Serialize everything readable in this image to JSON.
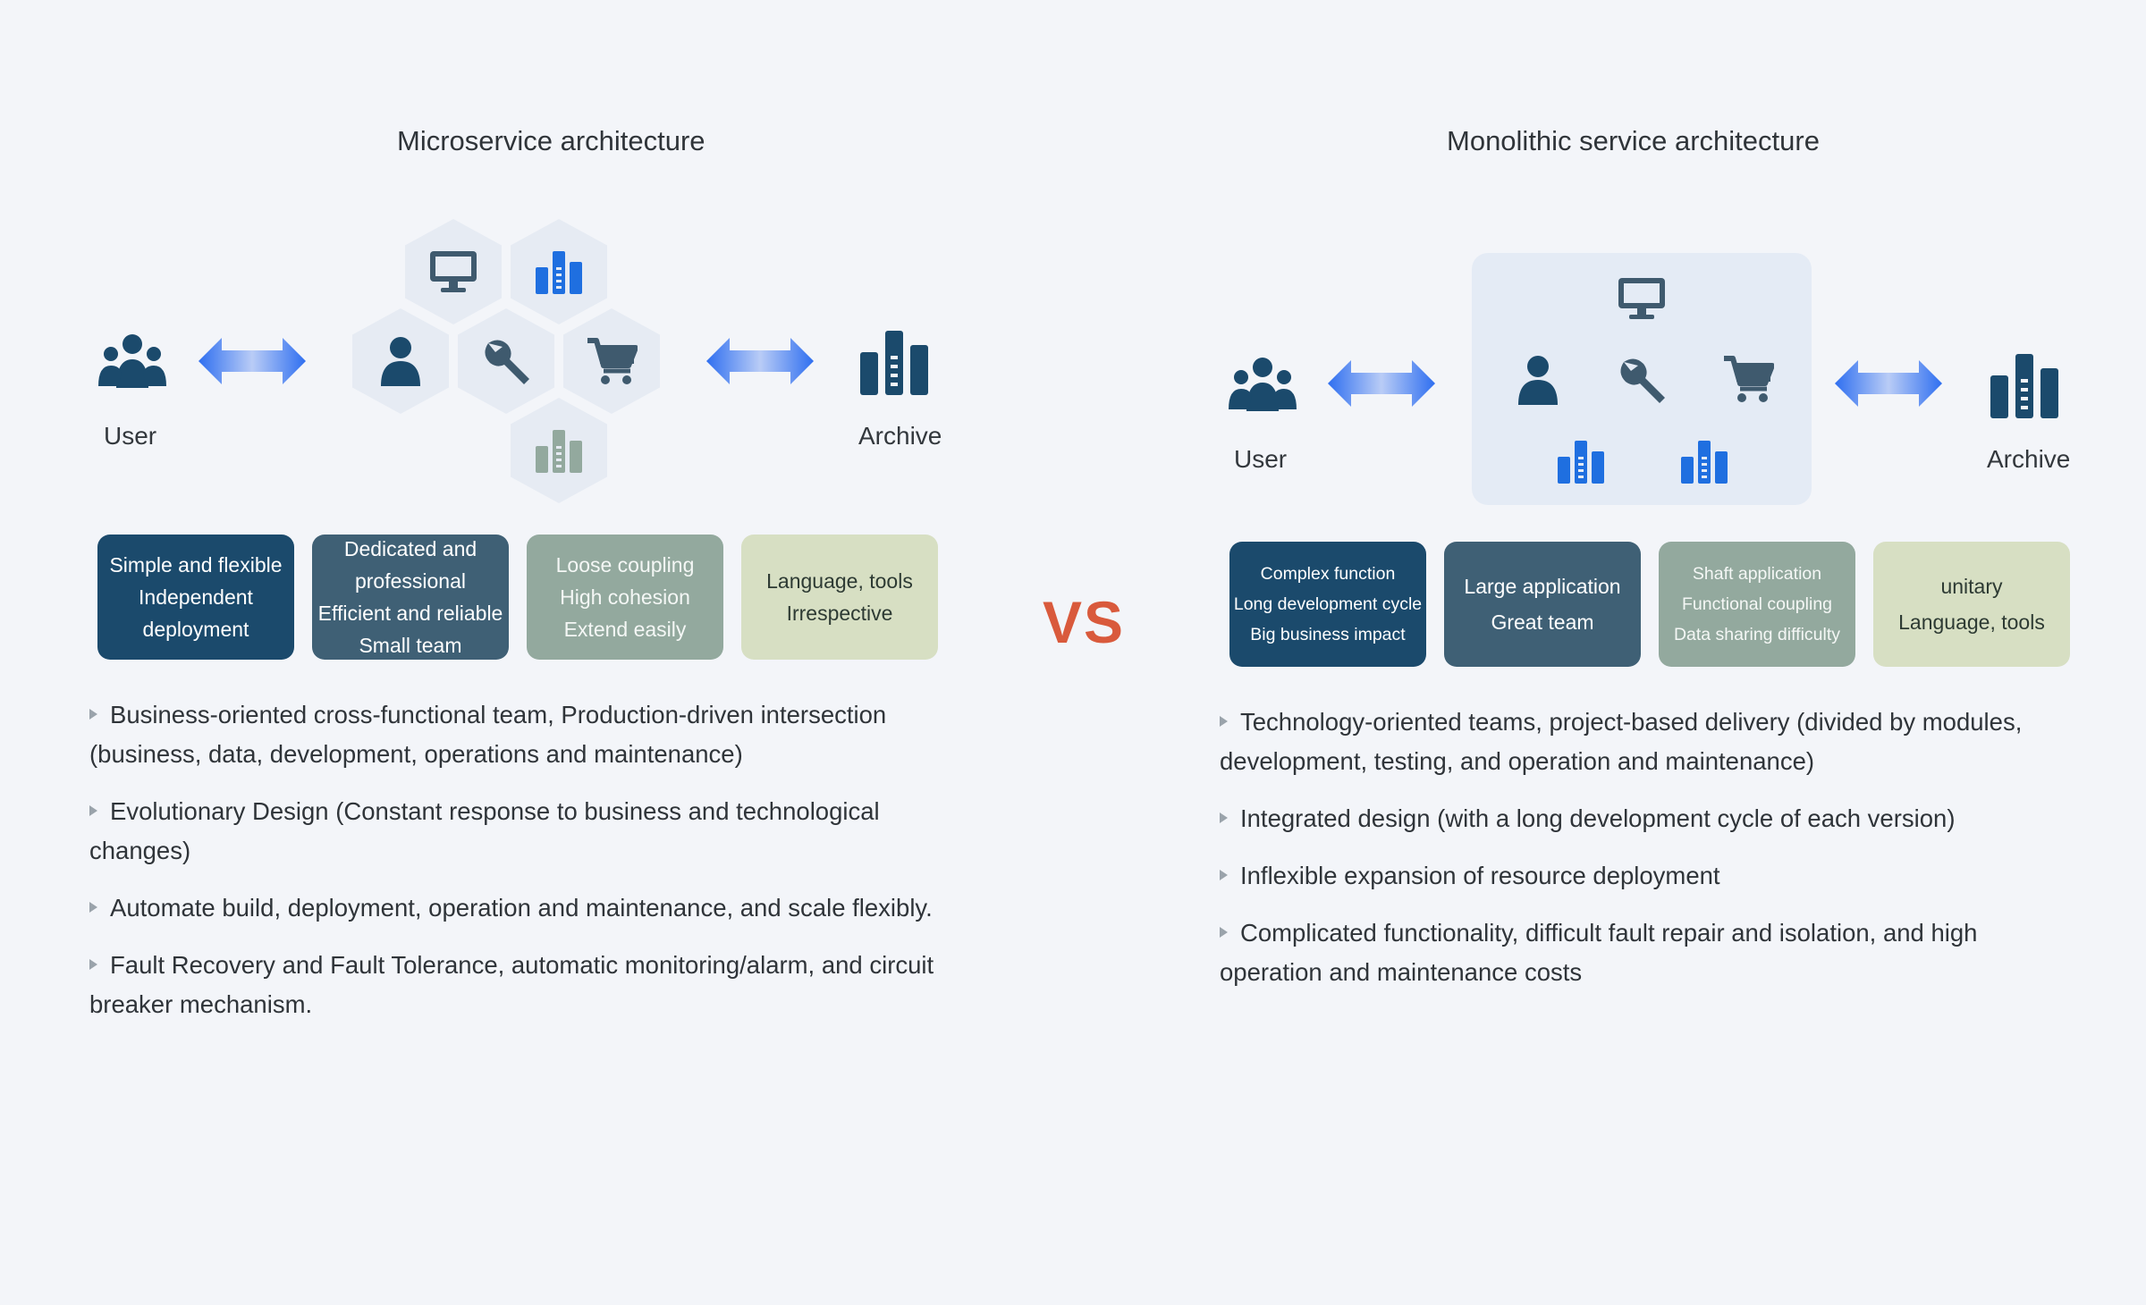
{
  "left": {
    "title": "Microservice architecture",
    "user_label": "User",
    "archive_label": "Archive",
    "features": [
      {
        "lines": [
          "Simple and flexible",
          "Independent",
          "deployment"
        ]
      },
      {
        "lines": [
          "Dedicated and",
          "professional",
          "Efficient and reliable",
          "Small team"
        ]
      },
      {
        "lines": [
          "Loose coupling",
          "High cohesion",
          "Extend easily"
        ]
      },
      {
        "lines": [
          "Language, tools",
          "Irrespective"
        ]
      }
    ],
    "bullets": [
      "Business-oriented cross-functional team, Production-driven intersection (business, data, development, operations and maintenance)",
      "Evolutionary Design (Constant response to business and technological changes)",
      "Automate build, deployment, operation and maintenance, and scale flexibly.",
      "Fault Recovery and Fault Tolerance, automatic monitoring/alarm, and circuit breaker mechanism."
    ]
  },
  "center": {
    "vs": "VS"
  },
  "right": {
    "title": "Monolithic service architecture",
    "user_label": "User",
    "archive_label": "Archive",
    "features": [
      {
        "lines": [
          "Complex function",
          "Long development cycle",
          "Big business impact"
        ]
      },
      {
        "lines": [
          "Large application",
          "Great team"
        ]
      },
      {
        "lines": [
          "Shaft application",
          "Functional coupling",
          "Data sharing difficulty"
        ]
      },
      {
        "lines": [
          "unitary",
          "Language, tools"
        ]
      }
    ],
    "bullets": [
      "Technology-oriented teams, project-based delivery (divided by modules, development, testing, and operation and maintenance)",
      "Integrated design (with a long development cycle of each version)",
      "Inflexible expansion of resource deployment",
      "Complicated functionality, difficult fault repair and isolation, and high operation and maintenance costs"
    ]
  },
  "colors": {
    "dark_blue": "#1b4a6c",
    "slate": "#3f6075",
    "sage": "#93a99e",
    "pale": "#d7dfc3",
    "accent_blue": "#1f6fe0",
    "vs_red": "#d95a3c"
  },
  "icons": [
    "users-icon",
    "double-arrow-icon",
    "monitor-icon",
    "bar-chart-icon",
    "person-icon",
    "wrench-icon",
    "cart-icon",
    "archive-icon"
  ]
}
